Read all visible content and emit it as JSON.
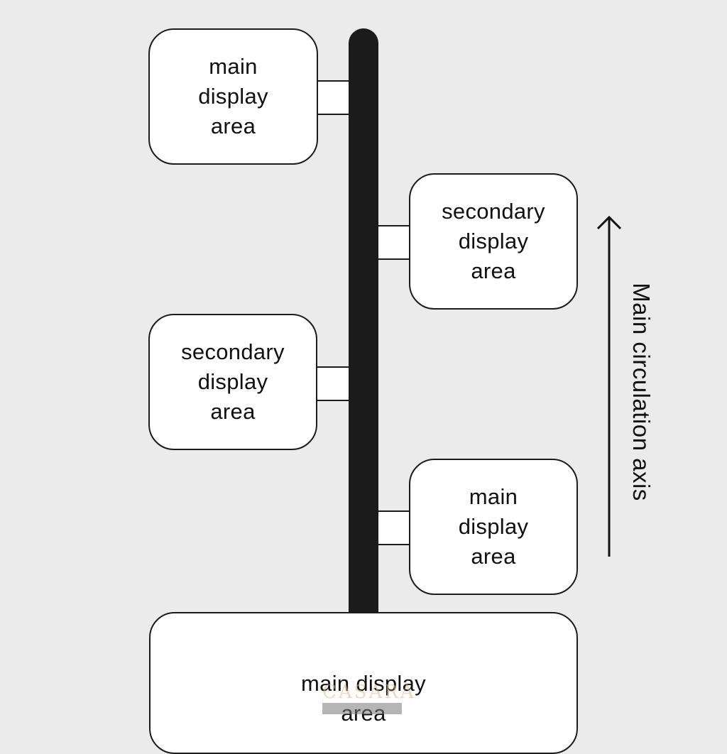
{
  "colors": {
    "background": "#ebebeb",
    "axis": "#1b1b1b",
    "box_fill": "#ffffff",
    "text": "#111111"
  },
  "areas": [
    {
      "label": "main\ndisplay\narea"
    },
    {
      "label": "secondary\ndisplay\narea"
    },
    {
      "label": "secondary\ndisplay\narea"
    },
    {
      "label": "main\ndisplay\narea"
    },
    {
      "label": "main display\narea"
    }
  ],
  "axis_label": "Main circulation axis",
  "arrow_icon": "arrow-up-icon",
  "watermark": {
    "brand": "CASARA"
  }
}
